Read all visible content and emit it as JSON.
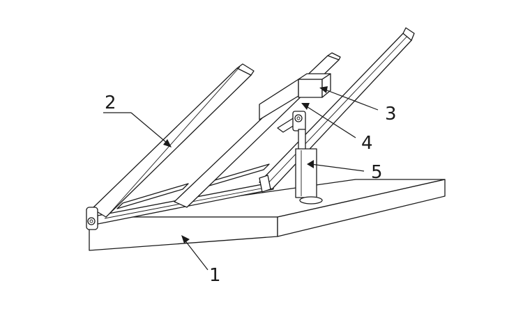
{
  "labels": {
    "part1": "1",
    "part2": "2",
    "part3": "3",
    "part4": "4",
    "part5": "5"
  },
  "colors": {
    "line": "#1a1a1a",
    "background": "#ffffff"
  }
}
